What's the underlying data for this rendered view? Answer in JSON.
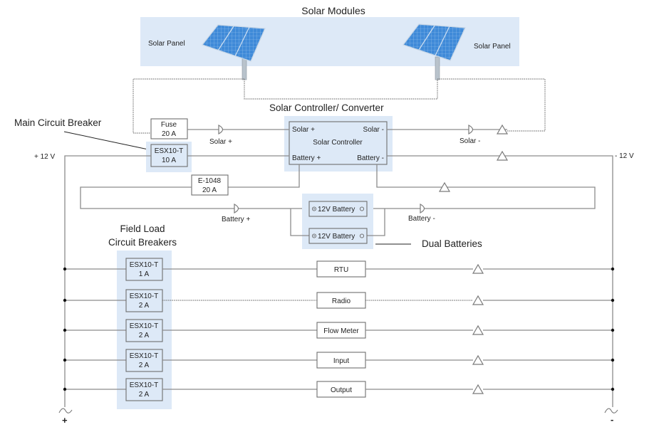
{
  "title": "Solar Modules",
  "solar_modules": {
    "left_label": "Solar Panel",
    "right_label": "Solar Panel"
  },
  "controller": {
    "section_label": "Solar Controller/  Converter",
    "name": "Solar Controller",
    "terminals": {
      "solar_plus": "Solar +",
      "solar_minus": "Solar -",
      "battery_plus": "Battery +",
      "battery_minus": "Battery -"
    }
  },
  "main_breaker": {
    "callout": "Main Circuit Breaker",
    "model": "ESX10-T",
    "rating": "10 A"
  },
  "fuse": {
    "name": "Fuse",
    "rating": "20 A"
  },
  "battery_fuse": {
    "model": "E-1048",
    "rating": "20 A"
  },
  "connectors": {
    "solar_plus": "Solar +",
    "solar_minus": "Solar -",
    "battery_plus": "Battery +",
    "battery_minus": "Battery -"
  },
  "rails": {
    "positive_label": "+ 12 V",
    "negative_label": "- 12 V",
    "positive_symbol": "+",
    "negative_symbol": "-"
  },
  "batteries": {
    "callout": "Dual Batteries",
    "items": [
      {
        "label": "12V Battery"
      },
      {
        "label": "12V Battery"
      }
    ]
  },
  "field_loads": {
    "heading_line1": "Field Load",
    "heading_line2": "Circuit Breakers",
    "rows": [
      {
        "breaker_model": "ESX10-T",
        "breaker_rating": "1 A",
        "load": "RTU",
        "dotted": false
      },
      {
        "breaker_model": "ESX10-T",
        "breaker_rating": "2 A",
        "load": "Radio",
        "dotted": true
      },
      {
        "breaker_model": "ESX10-T",
        "breaker_rating": "2 A",
        "load": "Flow Meter",
        "dotted": false
      },
      {
        "breaker_model": "ESX10-T",
        "breaker_rating": "2 A",
        "load": "Input",
        "dotted": false
      },
      {
        "breaker_model": "ESX10-T",
        "breaker_rating": "2 A",
        "load": "Output",
        "dotted": false
      }
    ]
  },
  "colors": {
    "highlight": "#dde9f7",
    "wire": "#8c8c8c",
    "panel_blue": "#3d86d6"
  }
}
